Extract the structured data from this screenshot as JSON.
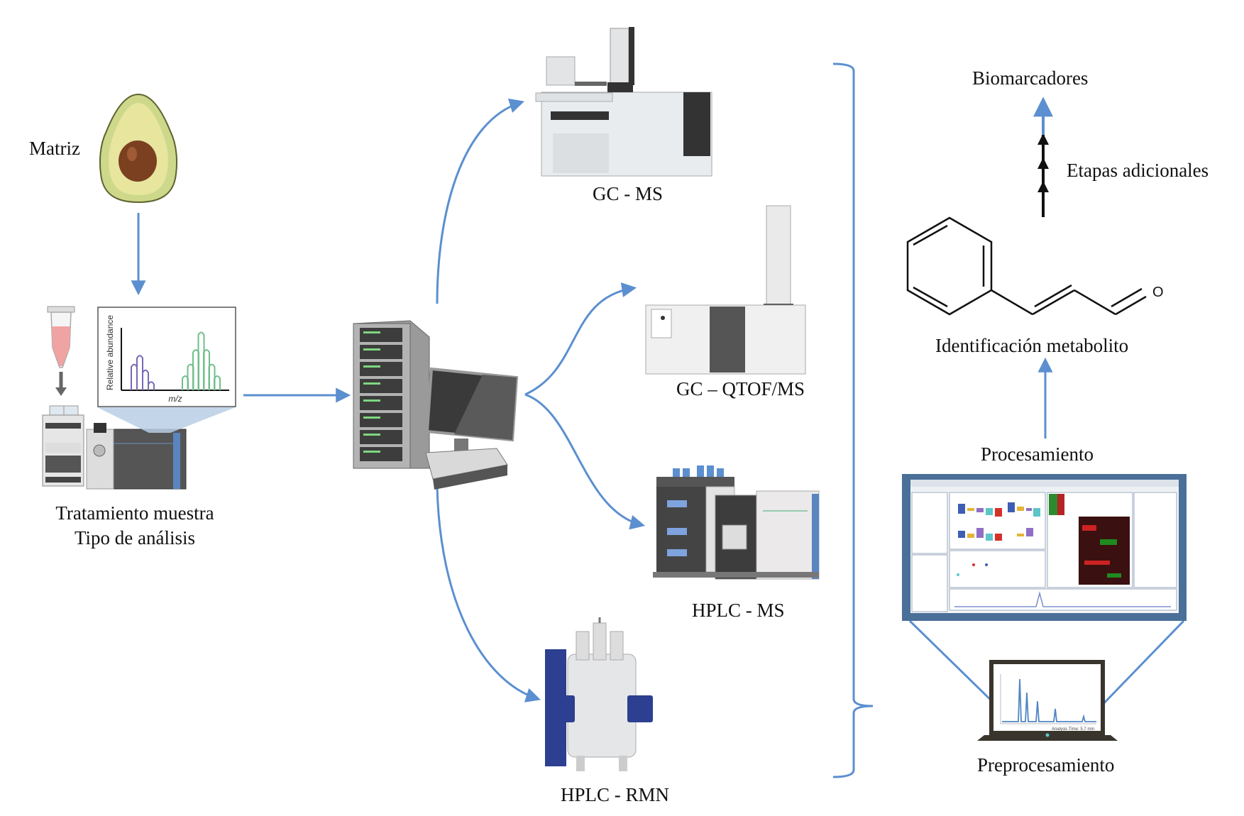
{
  "labels": {
    "matrix": "Matriz",
    "sample_treatment_line1": "Tratamiento muestra",
    "sample_treatment_line2": "Tipo de análisis",
    "gc_ms": "GC - MS",
    "gc_qtof_ms": "GC – QTOF/MS",
    "hplc_ms": "HPLC - MS",
    "hplc_rmn": "HPLC - RMN",
    "biomarkers": "Biomarcadores",
    "additional_steps": "Etapas adicionales",
    "metabolite_identification": "Identificación metabolito",
    "processing": "Procesamiento",
    "preprocessing": "Preprocesamiento"
  },
  "spectrum_inset": {
    "ylabel": "Relative abundance",
    "xlabel": "m/z",
    "purple_peaks": [
      0.45,
      0.6,
      0.35,
      0.15
    ],
    "green_peaks": [
      0.25,
      0.45,
      0.7,
      1.0,
      0.7,
      0.45,
      0.25
    ]
  },
  "laptop_screen": {
    "caption": "Analysis Time: 5.7 min",
    "peaks": [
      1.0,
      0.68,
      0.48,
      0.3,
      0.12
    ]
  },
  "molecule": {
    "name": "cinnamaldehyde",
    "oxygen_label": "O"
  },
  "colors": {
    "arrow_blue": "#5b8fd0",
    "text": "#111111",
    "software_frame": "#4a6f98",
    "purple_peak": "#7a68b8",
    "green_peak": "#6fbf8a"
  }
}
